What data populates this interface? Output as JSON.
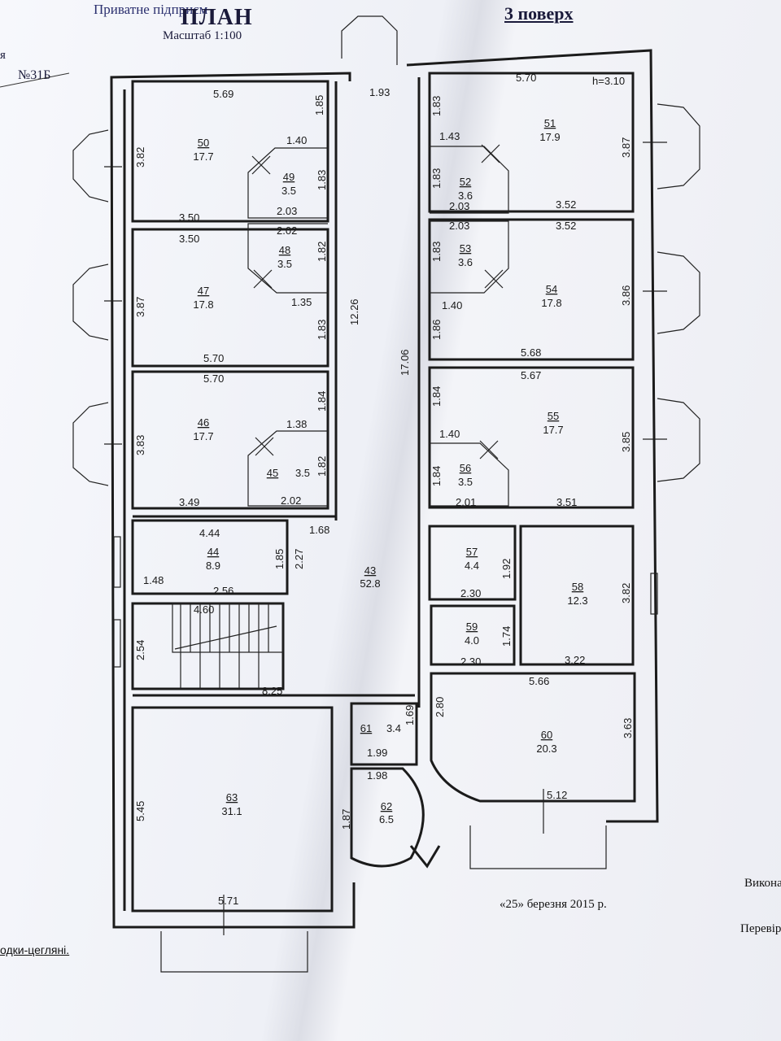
{
  "header": {
    "company": "Приватне підприєм",
    "plan_title": "ПЛАН",
    "scale": "Масштаб 1:100",
    "left_fragment": "я",
    "doc_number": "№31Б",
    "floor": "3 поверх"
  },
  "ceiling_height": "h=3.10",
  "rooms": [
    {
      "id": "50",
      "area": "17.7"
    },
    {
      "id": "49",
      "area": "3.5"
    },
    {
      "id": "48",
      "area": "3.5"
    },
    {
      "id": "47",
      "area": "17.8"
    },
    {
      "id": "46",
      "area": "17.7"
    },
    {
      "id": "45",
      "area": "3.5"
    },
    {
      "id": "44",
      "area": "8.9"
    },
    {
      "id": "43",
      "area": "52.8"
    },
    {
      "id": "63",
      "area": "31.1"
    },
    {
      "id": "61",
      "area": "3.4"
    },
    {
      "id": "62",
      "area": "6.5"
    },
    {
      "id": "51",
      "area": "17.9"
    },
    {
      "id": "52",
      "area": "3.6"
    },
    {
      "id": "53",
      "area": "3.6"
    },
    {
      "id": "54",
      "area": "17.8"
    },
    {
      "id": "55",
      "area": "17.7"
    },
    {
      "id": "56",
      "area": "3.5"
    },
    {
      "id": "57",
      "area": "4.4"
    },
    {
      "id": "58",
      "area": "12.3"
    },
    {
      "id": "59",
      "area": "4.0"
    },
    {
      "id": "60",
      "area": "20.3"
    }
  ],
  "dimensions": [
    "5.69",
    "1.85",
    "3.82",
    "1.40",
    "1.83",
    "2.03",
    "3.50",
    "3.50",
    "2.02",
    "1.82",
    "3.87",
    "1.35",
    "1.83",
    "5.70",
    "5.70",
    "1.84",
    "3.83",
    "1.38",
    "1.82",
    "3.49",
    "2.02",
    "4.44",
    "1.85",
    "2.27",
    "1.68",
    "1.48",
    "2.56",
    "4.60",
    "2.54",
    "8.25",
    "12.26",
    "1.93",
    "5.70",
    "1.83",
    "1.43",
    "3.87",
    "1.83",
    "2.03",
    "3.52",
    "2.03",
    "3.52",
    "1.83",
    "1.40",
    "3.86",
    "1.86",
    "17.06",
    "5.68",
    "5.67",
    "1.84",
    "1.40",
    "3.85",
    "1.84",
    "2.01",
    "3.51",
    "1.92",
    "2.30",
    "3.82",
    "1.74",
    "2.30",
    "3.22",
    "5.66",
    "2.80",
    "3.63",
    "5.12",
    "1.69",
    "1.99",
    "1.98",
    "1.87",
    "5.45",
    "5.71"
  ],
  "footer": {
    "date": "«25»    березня 2015  р.",
    "executed": "Викона",
    "checked": "Перевір",
    "material": "одки-цегляні."
  }
}
